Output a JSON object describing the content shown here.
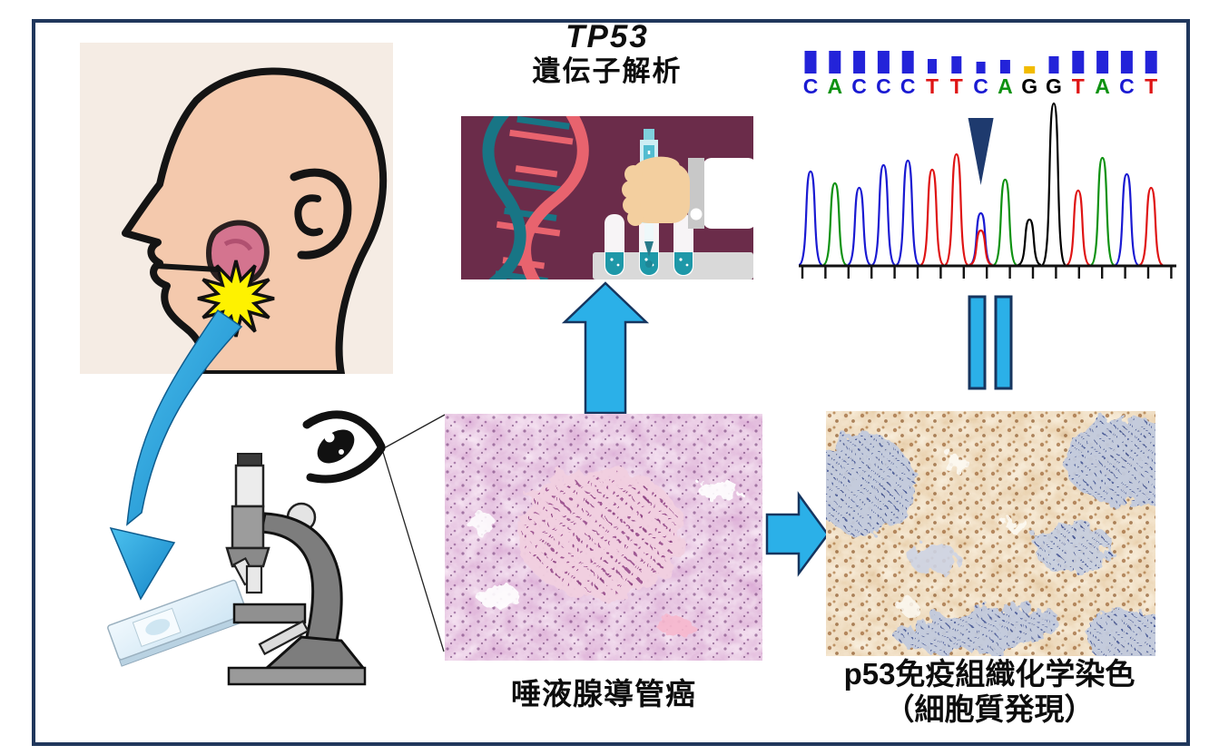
{
  "figure": {
    "title_gene": "TP53",
    "title_analysis": "遺伝子解析",
    "histology_label": "唾液腺導管癌",
    "ihc_label_line1": "p53免疫組織化学染色",
    "ihc_label_line2": "（細胞質発現）"
  },
  "sequencing": {
    "sequence": "CACCCTTCAGGTACT",
    "base_colors": {
      "A": "#0f9212",
      "C": "#1a1ad2",
      "G": "#000000",
      "T": "#df1414"
    },
    "quality_bars": {
      "heights": [
        25,
        25,
        25,
        25,
        25,
        16,
        19,
        13,
        15,
        8,
        19,
        25,
        25,
        25,
        25
      ],
      "widths": [
        13,
        13,
        13,
        13,
        13,
        10,
        11,
        10,
        11,
        12,
        11,
        13,
        13,
        13,
        13
      ],
      "colors": [
        "#2323d9",
        "#2323d9",
        "#2323d9",
        "#2323d9",
        "#2323d9",
        "#2323d9",
        "#2323d9",
        "#2323d9",
        "#2323d9",
        "#f2bb00",
        "#2323d9",
        "#2323d9",
        "#2323d9",
        "#2323d9",
        "#2323d9"
      ]
    },
    "peaks": [
      {
        "base": "C",
        "h": 103
      },
      {
        "base": "A",
        "h": 90
      },
      {
        "base": "C",
        "h": 85
      },
      {
        "base": "C",
        "h": 110
      },
      {
        "base": "C",
        "h": 115
      },
      {
        "base": "T",
        "h": 105
      },
      {
        "base": "T",
        "h": 122
      },
      {
        "base": "C",
        "h": 57,
        "overlay": {
          "base": "T",
          "h": 38
        }
      },
      {
        "base": "A",
        "h": 94
      },
      {
        "base": "G",
        "h": 50
      },
      {
        "base": "G",
        "h": 178
      },
      {
        "base": "T",
        "h": 82
      },
      {
        "base": "A",
        "h": 118
      },
      {
        "base": "C",
        "h": 100
      },
      {
        "base": "T",
        "h": 85
      }
    ],
    "mutation_peak_index": 7,
    "marker_color": "#1e3a6e",
    "tick_count": 17
  },
  "colors": {
    "frame_navy": "#20375c",
    "arrow_blue": "#2bb0e8",
    "arrow_outline": "#14406e",
    "starburst_yellow": "#fef200",
    "gene_panel_bg": "#6b2c4a"
  }
}
